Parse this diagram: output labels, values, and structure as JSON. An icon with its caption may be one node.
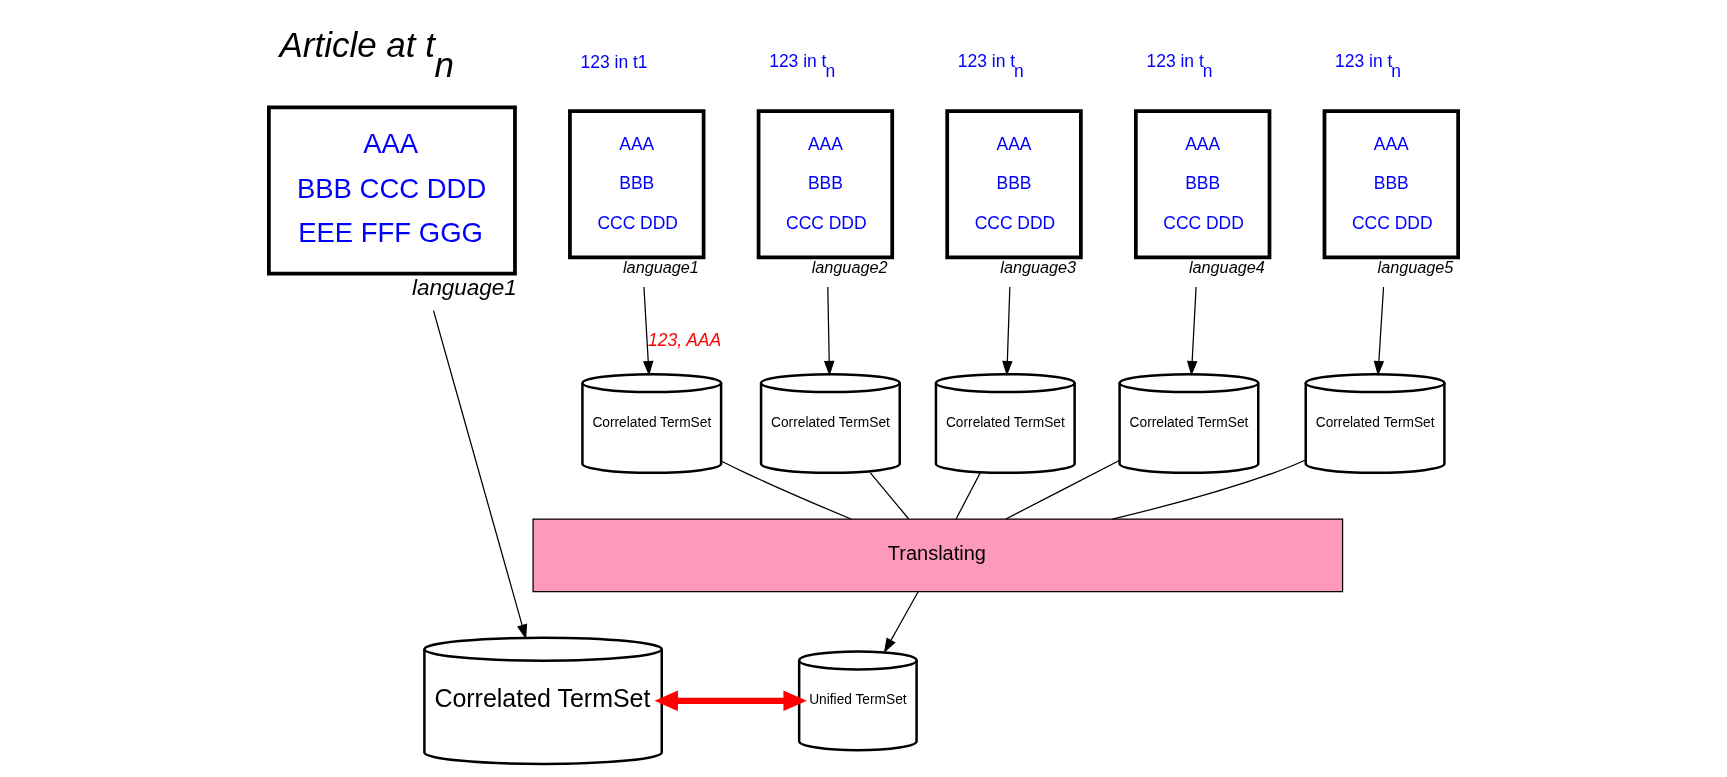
{
  "diagram": {
    "nodes": [
      {
        "text": [
          "Article at t$_{n}$",
          "AAA",
          "BBB CCC DDD",
          "EEE FFF GGG"
        ],
        "beside": [
          "language1"
        ]
      },
      {
        "text": [
          "123 in t1",
          "AAA",
          "BBB",
          "CCC DDD"
        ],
        "beside": [
          "language1"
        ]
      },
      {
        "text": [
          "123 in t$_{n}$",
          "AAA",
          "BBB",
          "CCC DDD"
        ],
        "beside": [
          "language2"
        ]
      },
      {
        "text": [
          "123 in t$_{n}$",
          "AAA",
          "BBB",
          "CCC DDD"
        ],
        "beside": [
          "language3"
        ]
      },
      {
        "text": [
          "123 in t$_{n}$",
          "AAA",
          "BBB",
          "CCC DDD"
        ],
        "beside": [
          "language4"
        ]
      },
      {
        "text": [
          "123 in t$_{n}$",
          "AAA",
          "BBB",
          "CCC DDD"
        ],
        "beside": [
          "language5"
        ]
      },
      {
        "text": [
          "Correlated TermSet"
        ]
      },
      {
        "text": [
          "Correlated TermSet"
        ]
      },
      {
        "text": [
          "Correlated TermSet"
        ]
      },
      {
        "text": [
          "Correlated TermSet"
        ]
      },
      {
        "text": [
          "Correlated TermSet"
        ]
      },
      {
        "text": [
          "Translating"
        ]
      },
      {
        "text": [
          "Unified TermSet"
        ]
      },
      {
        "text": [
          "Correlated TermSet"
        ]
      }
    ],
    "edges": [
      {
        "from": 1,
        "to": 6,
        "arrow": "to",
        "label": "123, AAA"
      },
      {
        "from": 2,
        "to": 7,
        "arrow": "to"
      },
      {
        "from": 3,
        "to": 8,
        "arrow": "to"
      },
      {
        "from": 4,
        "to": 9,
        "arrow": "to"
      },
      {
        "from": 5,
        "to": 10,
        "arrow": "to"
      },
      {
        "from": 6,
        "to": 11,
        "arrow": "none"
      },
      {
        "from": 7,
        "to": 11,
        "arrow": "none"
      },
      {
        "from": 8,
        "to": 11,
        "arrow": "none"
      },
      {
        "from": 9,
        "to": 11,
        "arrow": "none"
      },
      {
        "from": 10,
        "to": 11,
        "arrow": "none"
      },
      {
        "from": 11,
        "to": 12,
        "arrow": "to"
      },
      {
        "from": 0,
        "to": 13,
        "arrow": "to"
      },
      {
        "from": 13,
        "to": 12,
        "arrow": "both",
        "style": "thick",
        "color": "#ff0000"
      }
    ]
  }
}
